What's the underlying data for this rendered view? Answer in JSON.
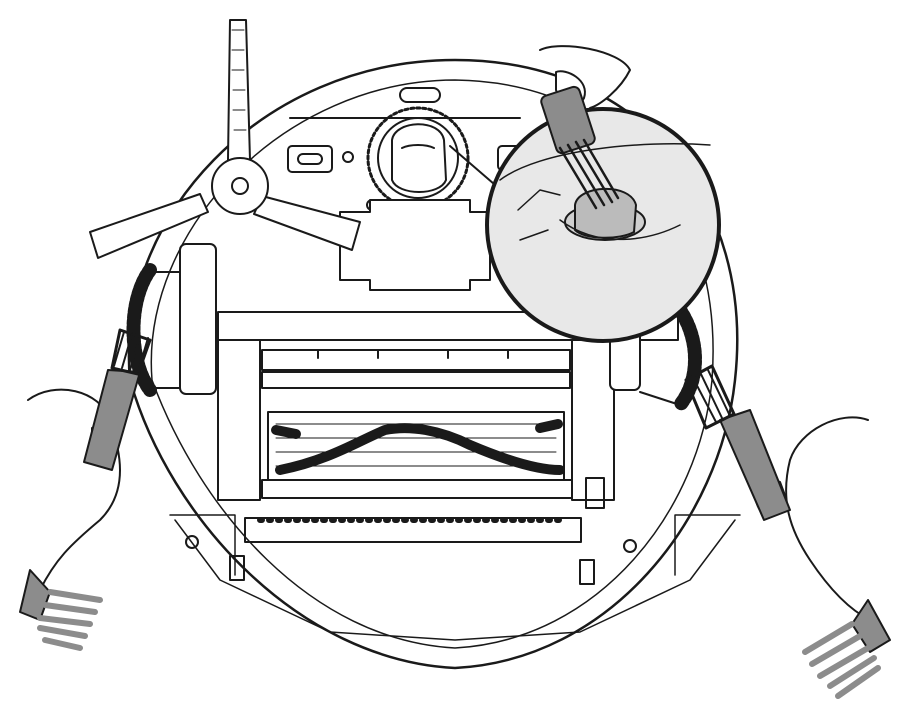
{
  "diagram": {
    "labels": [],
    "colors": {
      "stroke": "#1a1a1a",
      "fill": "#ffffff",
      "tool_gray": "#8c8c8c",
      "tool_light": "#bdbdbd",
      "zoom_bg": "#e6e6e6",
      "bristle_dark": "#1a1a1a"
    },
    "parts": [
      "robot-body",
      "side-brush",
      "left-drive-wheel",
      "right-drive-wheel",
      "caster-wheel",
      "main-roller-brush",
      "dust-bin-panel",
      "zoom-callout",
      "left-cleaning-tool",
      "right-cleaning-tool",
      "top-cleaning-tool"
    ]
  }
}
